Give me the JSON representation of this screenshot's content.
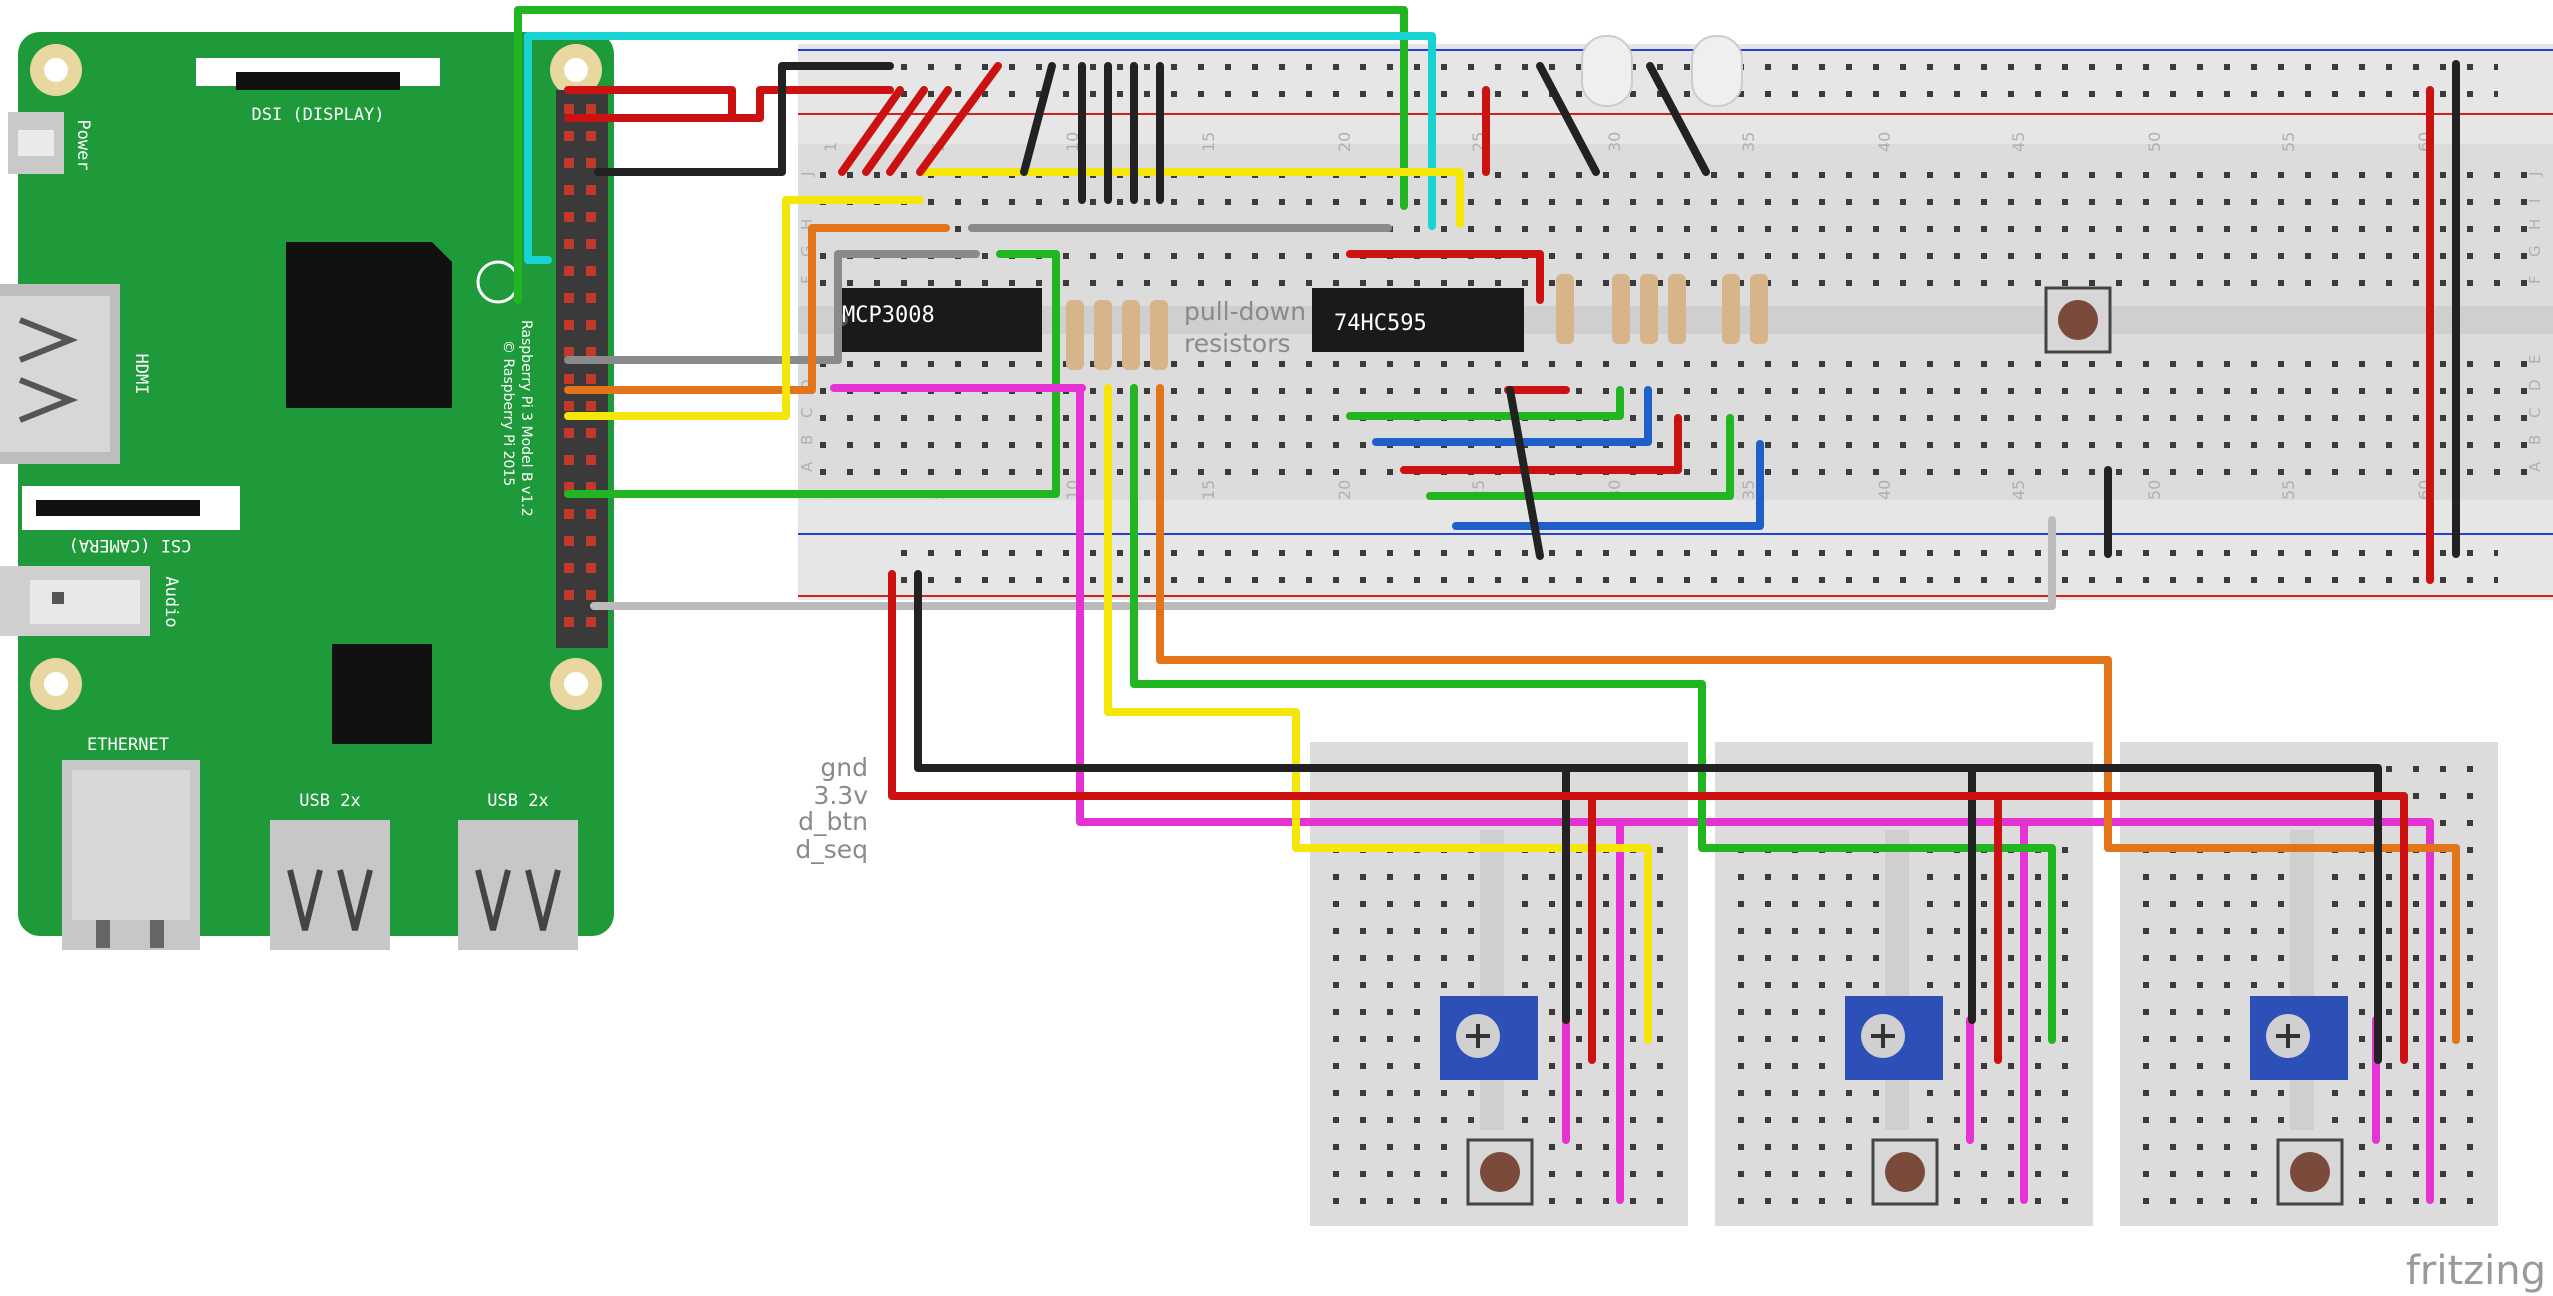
{
  "pi": {
    "model_line1": "Raspberry Pi 3 Model B v1.2",
    "model_line2": "© Raspberry Pi 2015",
    "dsi": "DSI (DISPLAY)",
    "csi": "CSI (CAMERA)",
    "hdmi": "HDMI",
    "power": "Power",
    "audio": "Audio",
    "ethernet": "ETHERNET",
    "usb1": "USB 2x",
    "usb2": "USB 2x"
  },
  "chips": {
    "adc": "MCP3008",
    "shift": "74HC595"
  },
  "annotation": {
    "line1": "pull-down",
    "line2": "resistors"
  },
  "bus_labels": [
    "gnd",
    "3.3v",
    "d_btn",
    "d_seq"
  ],
  "column_numbers": [
    "1",
    "5",
    "10",
    "15",
    "20",
    "25",
    "30",
    "35",
    "40",
    "45",
    "50",
    "55",
    "60"
  ],
  "row_letters_top": [
    "J",
    "I",
    "H",
    "G",
    "F"
  ],
  "row_letters_bottom": [
    "E",
    "D",
    "C",
    "B",
    "A"
  ],
  "watermark": "fritzing",
  "colors": {
    "pi_green": "#1e9a3a",
    "breadboard": "#dcdcdc",
    "wire_red": "#cc1111",
    "wire_black": "#222222",
    "wire_yellow": "#f5e60a",
    "wire_green": "#22b522",
    "wire_cyan": "#19d3d3",
    "wire_orange": "#e2741a",
    "wire_magenta": "#e632d3",
    "wire_blue": "#1f5fc9",
    "wire_gray": "#8a8a8a",
    "pot_blue": "#2c4fb8"
  }
}
